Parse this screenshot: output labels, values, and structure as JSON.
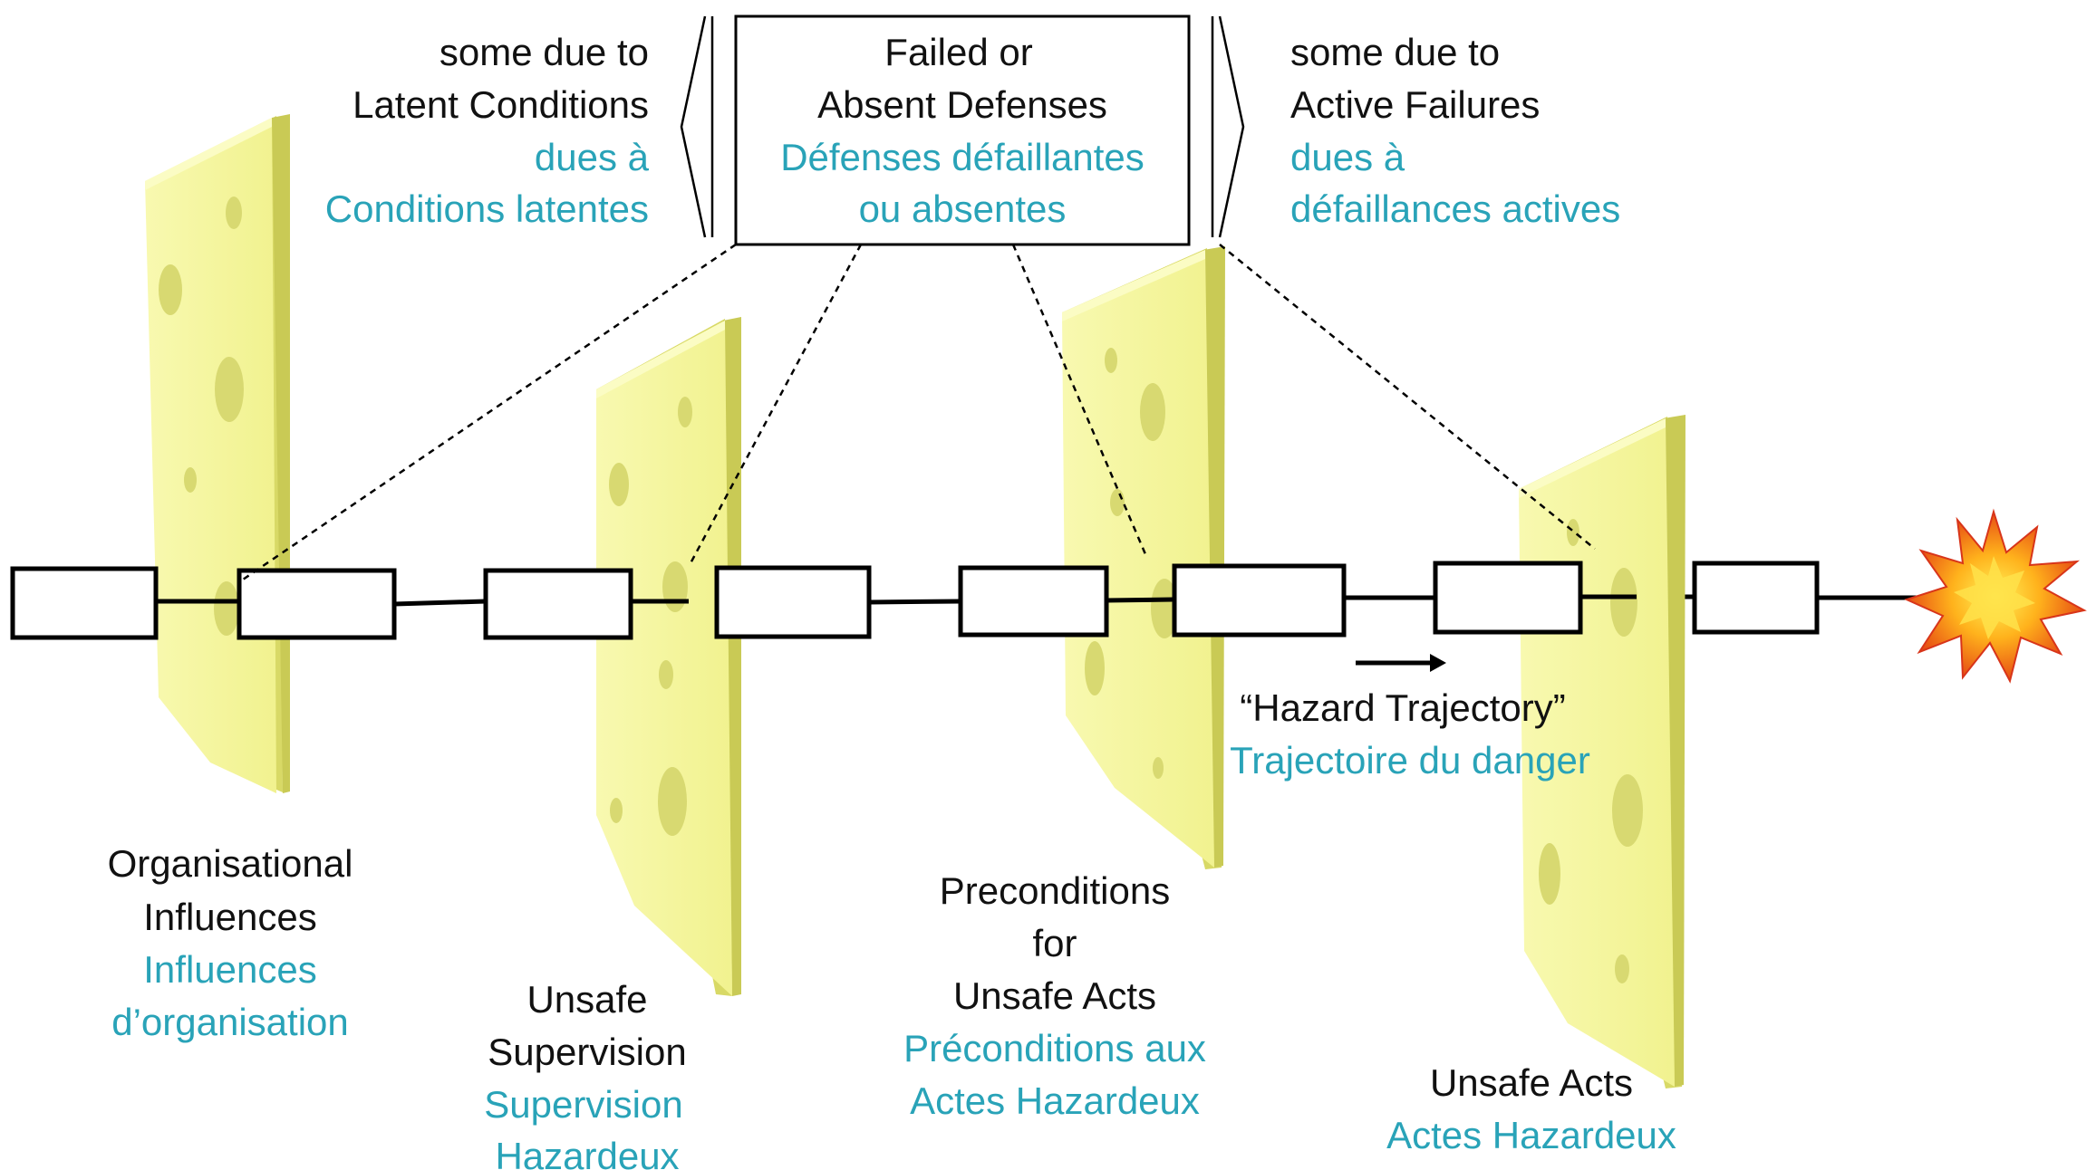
{
  "colors": {
    "english_text": "#111111",
    "french_text": "#29a3b8",
    "slice_face": "#f6f79f",
    "slice_edge": "#d9da63",
    "hole": "#e4e58a",
    "chain_box_fill": "#ffffff",
    "chain_stroke": "#000000"
  },
  "header": {
    "center": {
      "en_line1": "Failed or",
      "en_line2": "Absent Defenses",
      "fr_line1": "Défenses défaillantes",
      "fr_line2": "ou absentes"
    },
    "left": {
      "en_line1": "some due to",
      "en_line2": "Latent Conditions",
      "fr_line1": "dues à",
      "fr_line2": "Conditions latentes"
    },
    "right": {
      "en_line1": "some due to",
      "en_line2": "Active Failures",
      "fr_line1": "dues à",
      "fr_line2": "défaillances actives"
    }
  },
  "layers": [
    {
      "id": "organisational",
      "en": [
        "Organisational",
        "Influences"
      ],
      "fr": [
        "Influences",
        "d’organisation"
      ]
    },
    {
      "id": "supervision",
      "en": [
        "Unsafe",
        "Supervision"
      ],
      "fr": [
        "Supervision",
        "Hazardeux"
      ]
    },
    {
      "id": "preconditions",
      "en": [
        "Preconditions",
        "for",
        "Unsafe Acts"
      ],
      "fr": [
        "Préconditions aux",
        "Actes Hazardeux"
      ]
    },
    {
      "id": "unsafe-acts",
      "en": [
        "Unsafe Acts"
      ],
      "fr": [
        "Actes Hazardeux"
      ]
    }
  ],
  "trajectory": {
    "en": "“Hazard Trajectory”",
    "fr": "Trajectoire du danger"
  },
  "icons": {
    "outcome": "explosion-icon",
    "direction": "arrow-right-icon"
  }
}
